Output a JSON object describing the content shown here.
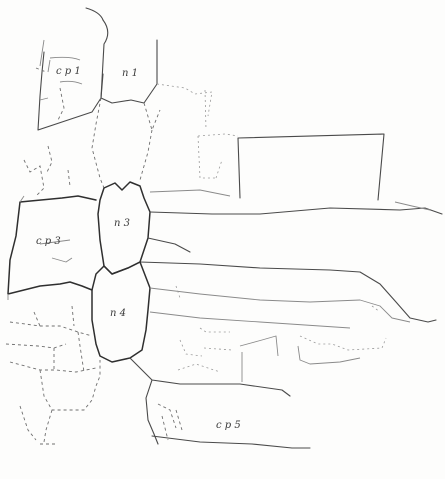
{
  "figure": {
    "labels": {
      "cp1": "c p 1",
      "n1": "n 1",
      "n3": "n 3",
      "cp3": "c p 3",
      "n4": "n 4",
      "cp5": "c p 5"
    }
  }
}
